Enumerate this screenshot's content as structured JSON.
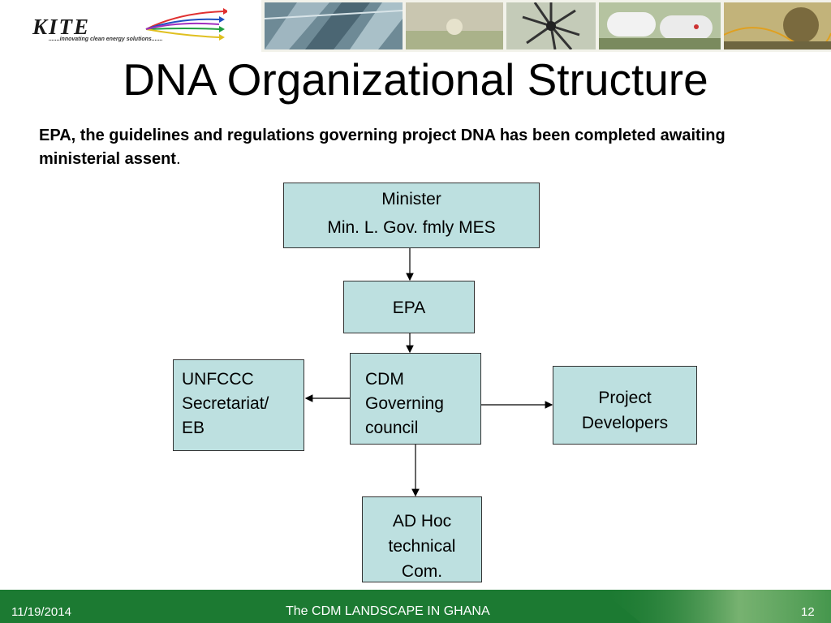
{
  "header": {
    "logo_name": "KITE",
    "logo_tagline": ".......innovating clean energy solutions......."
  },
  "slide": {
    "title": "DNA Organizational Structure",
    "subtitle": "EPA, the guidelines and regulations governing project DNA has been completed awaiting ministerial assent",
    "subtitle_end": "."
  },
  "org_chart": {
    "minister": {
      "line1": "Minister",
      "line2": "Min. L. Gov. fmly MES"
    },
    "epa": {
      "label": "EPA"
    },
    "cdm": {
      "line1": "CDM",
      "line2": "Governing",
      "line3": "council"
    },
    "unfccc": {
      "line1": "UNFCCC",
      "line2": "Secretariat/",
      "line3": "EB"
    },
    "project_developers": {
      "line1": "Project",
      "line2": "Developers"
    },
    "adhoc": {
      "line1": "AD Hoc",
      "line2": "technical",
      "line3": "Com."
    }
  },
  "footer": {
    "date": "11/19/2014",
    "center_text": "The CDM LANDSCAPE IN GHANA",
    "page_number": "12"
  },
  "colors": {
    "box_fill": "#bde0e0",
    "footer_green": "#1c7a32"
  }
}
